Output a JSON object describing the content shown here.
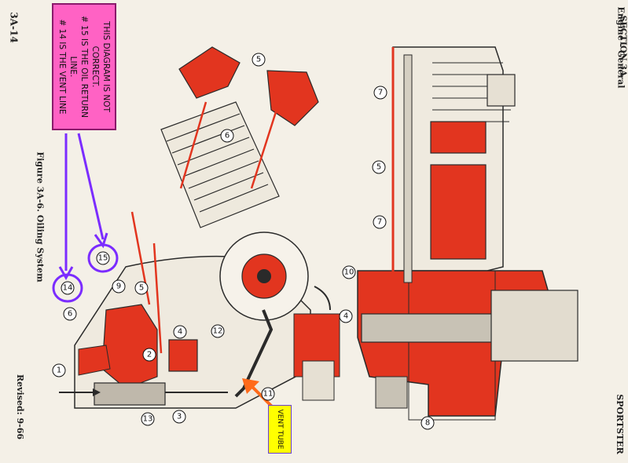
{
  "page": {
    "page_number": "3A-14",
    "section": "SECTION 3A",
    "section_subtitle": "Engine - General",
    "figure_caption": "Figure 3A-6.  Oiling System",
    "revised": "Revised:  9-66",
    "model": "SPORTSTER"
  },
  "annotations": {
    "note_lines": [
      "THIS DIAGRAM IS NOT",
      "CORRECT.",
      "# 15 IS THE OIL RETURN",
      "LINE.",
      "# 14 IS THE VENT LINE"
    ],
    "vent_label": "VENT TUBE",
    "annotation_color": "#7b2cff",
    "note_bg": "#ff62c4",
    "vent_arrow_color": "#ff6a1a"
  },
  "callouts": {
    "c1": "1",
    "c2": "2",
    "c3": "3",
    "c4": "4",
    "c5": "5",
    "c6": "6",
    "c7": "7",
    "c8": "8",
    "c9": "9",
    "c10": "10",
    "c11": "11",
    "c12": "12",
    "c13": "13",
    "c14": "14",
    "c15": "15"
  },
  "colors": {
    "oil_red": "#e2351f",
    "metal_dark": "#2a2a2a",
    "paper": "#f4f0e7"
  }
}
